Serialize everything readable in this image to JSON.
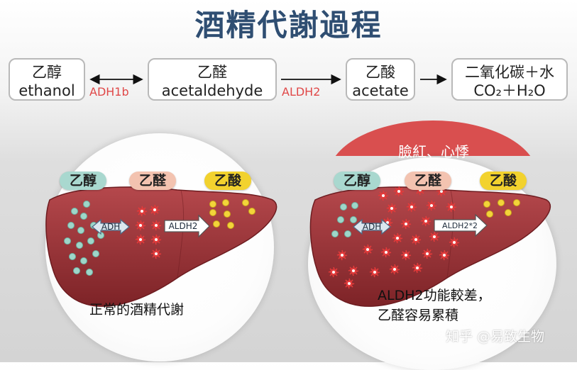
{
  "title": "酒精代謝過程",
  "flow": {
    "ethanol": {
      "zh": "乙醇",
      "en": "ethanol"
    },
    "acetaldehyde": {
      "zh": "乙醛",
      "en": "acetaldehyde"
    },
    "acetate": {
      "zh": "乙酸",
      "en": "acetate"
    },
    "final": {
      "zh": "二氧化碳＋水",
      "en": "CO₂＋H₂O"
    },
    "enzyme1": "ADH1b",
    "enzyme2": "ALDH2"
  },
  "normal_panel": {
    "label_ethanol": "乙醇",
    "label_acetaldehyde": "乙醛",
    "label_acetate": "乙酸",
    "adh": "ADH",
    "aldh": "ALDH2",
    "caption": "正常的酒精代謝"
  },
  "deficient_panel": {
    "banner": "臉紅、心悸",
    "label_ethanol": "乙醇",
    "label_acetaldehyde": "乙醛",
    "label_acetate": "乙酸",
    "adh": "ADH",
    "aldh": "ALDH2*2",
    "caption_line1": "ALDH2功能較差，",
    "caption_line2": "乙醛容易累積"
  },
  "watermark": "知乎 @易致生物",
  "colors": {
    "title": "#2f4e72",
    "enzyme": "#e04848",
    "liver": "#9e2f34",
    "ethanol_pill": "#a9d8cf",
    "acetaldehyde_pill": "#f3c3b0",
    "acetate_pill": "#f2d22e",
    "banner": "#d94f4f"
  }
}
